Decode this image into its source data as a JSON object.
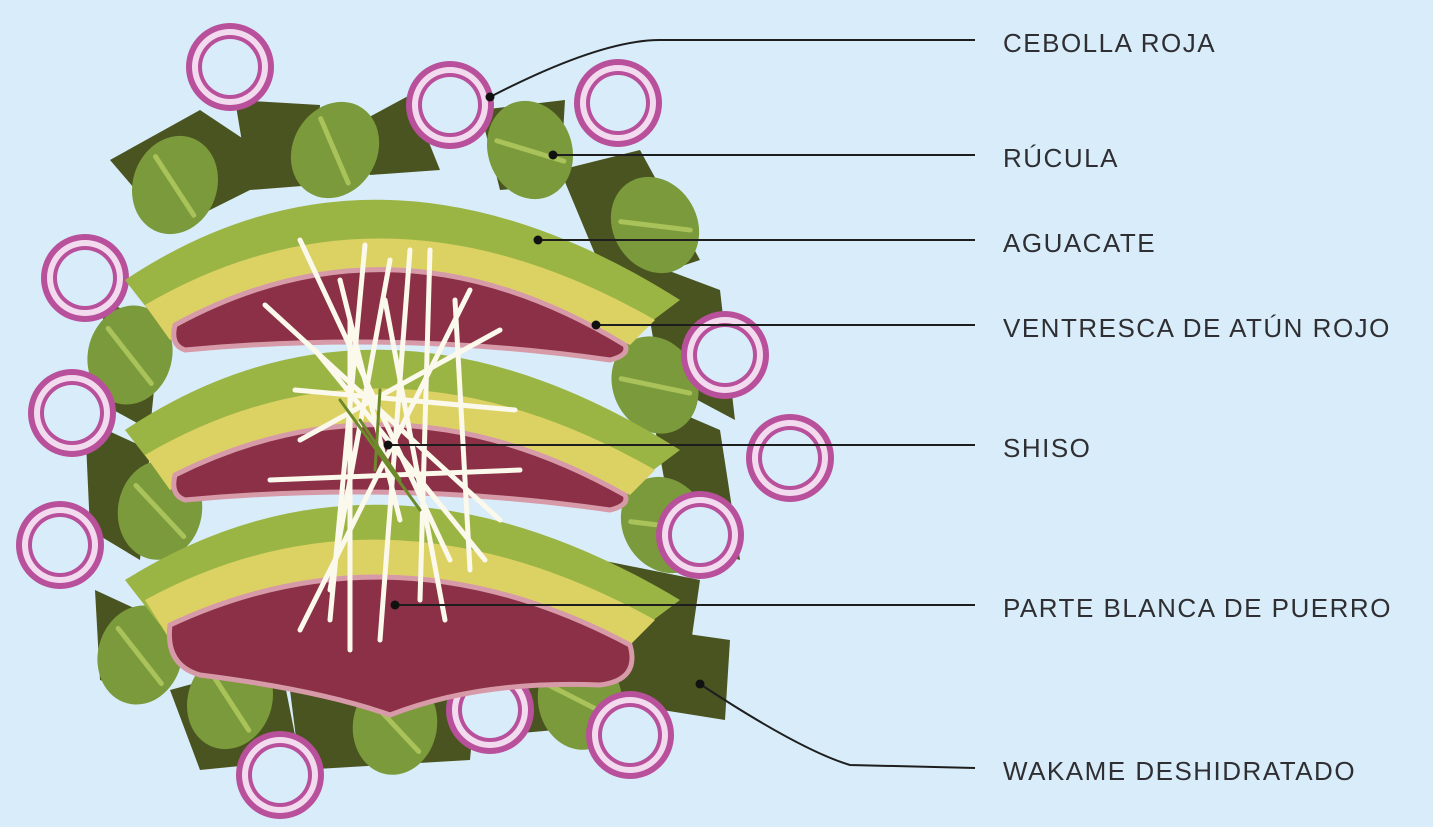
{
  "labels": [
    {
      "id": "cebolla",
      "text": "CEBOLLA ROJA"
    },
    {
      "id": "rucula",
      "text": "RÚCULA"
    },
    {
      "id": "aguacate",
      "text": "AGUACATE"
    },
    {
      "id": "ventresca",
      "text": "VENTRESCA DE ATÚN ROJO"
    },
    {
      "id": "shiso",
      "text": "SHISO"
    },
    {
      "id": "puerro",
      "text": "PARTE BLANCA DE PUERRO"
    },
    {
      "id": "wakame",
      "text": "WAKAME DESHIDRATADO"
    }
  ],
  "colors": {
    "background": "#d8edf9",
    "wakame": "#4a5420",
    "rucula": "#7a9a3c",
    "rucula_vein": "#a9c25a",
    "aguacate_outer": "#9bb544",
    "aguacate_inner": "#dcd264",
    "atun": "#8b3046",
    "atun_border": "#d79aa8",
    "cebolla_outer": "#b8509b",
    "cebolla_ring": "#f2dbee",
    "puerro": "#fbf8ec"
  }
}
